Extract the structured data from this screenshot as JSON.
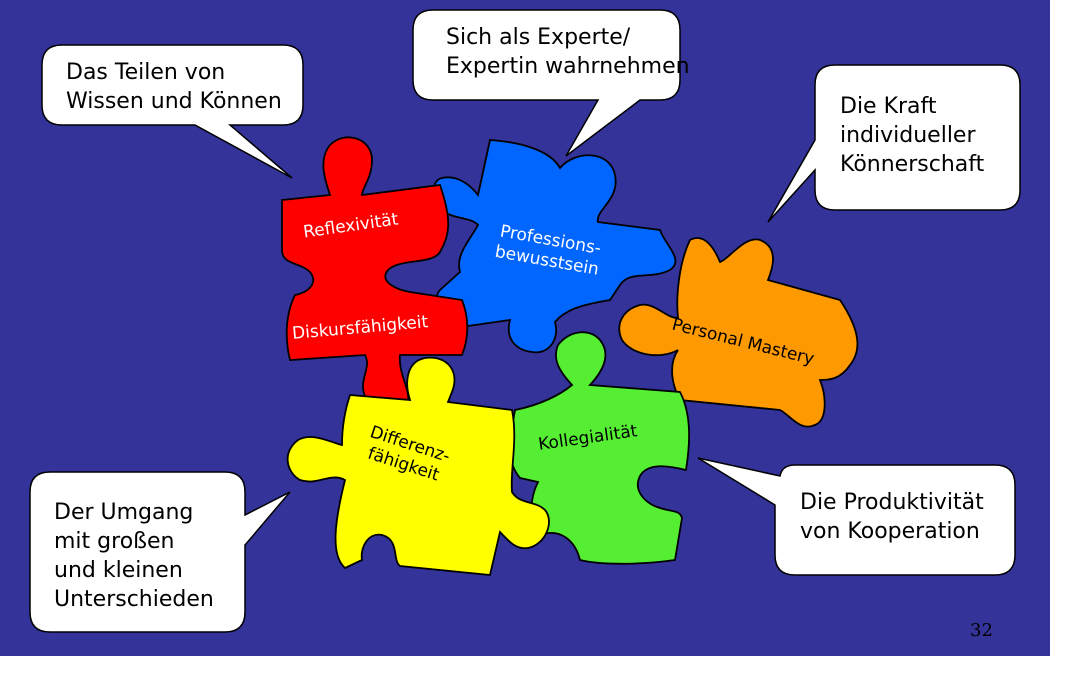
{
  "colors": {
    "background": "#33339a",
    "bubble_fill": "#ffffff",
    "outline": "#000000",
    "red_piece": "#ff0000",
    "blue_piece": "#0066ff",
    "orange_piece": "#ff9900",
    "green_piece": "#55ee33",
    "yellow_piece": "#ffff00"
  },
  "bubbles": {
    "sharing": [
      "Das Teilen von",
      "Wissen und Können"
    ],
    "expert": [
      "Sich als Experte/",
      "Expertin wahrnehmen"
    ],
    "power": [
      "Die Kraft",
      "individueller",
      "Könnerschaft"
    ],
    "differences": [
      "Der Umgang",
      "mit großen",
      "und kleinen",
      "Unterschieden"
    ],
    "productivity": [
      "Die Produktivität",
      "von Kooperation"
    ]
  },
  "pieces": {
    "reflexivity": "Reflexivität",
    "discourse": "Diskursfähigkeit",
    "professional": [
      "Professions-",
      "bewusstsein"
    ],
    "mastery": "Personal Mastery",
    "collegiality": "Kollegialität",
    "difference": [
      "Differenz-",
      "fähigkeit"
    ]
  },
  "page_number": "32"
}
